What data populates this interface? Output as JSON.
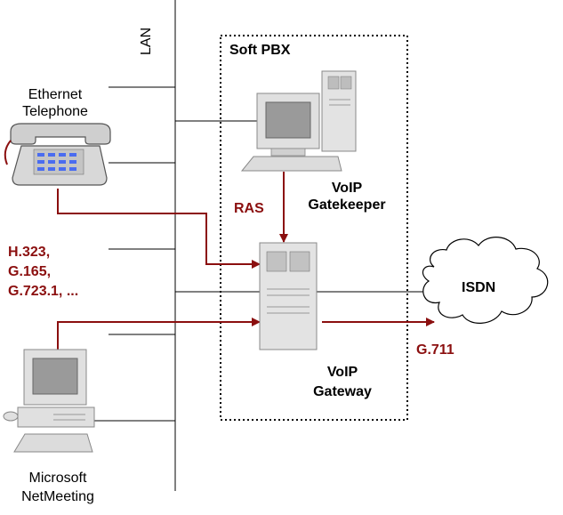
{
  "lan": {
    "label": "LAN"
  },
  "softpbx": {
    "label": "Soft PBX"
  },
  "ethernet_phone": {
    "line1": "Ethernet",
    "line2": "Telephone"
  },
  "protocols": {
    "line1": "H.323,",
    "line2": "G.165,",
    "line3": "G.723.1, ..."
  },
  "ras": {
    "label": "RAS"
  },
  "gatekeeper": {
    "line1": "VoIP",
    "line2": "Gatekeeper"
  },
  "gateway": {
    "line1": "VoIP",
    "line2": "Gateway"
  },
  "isdn": {
    "label": "ISDN"
  },
  "g711": {
    "label": "G.711"
  },
  "netmeeting": {
    "line1": "Microsoft",
    "line2": "NetMeeting"
  },
  "colors": {
    "flow": "#8b0f0f",
    "device_fill": "#e3e3e3",
    "device_stroke": "#888888"
  }
}
